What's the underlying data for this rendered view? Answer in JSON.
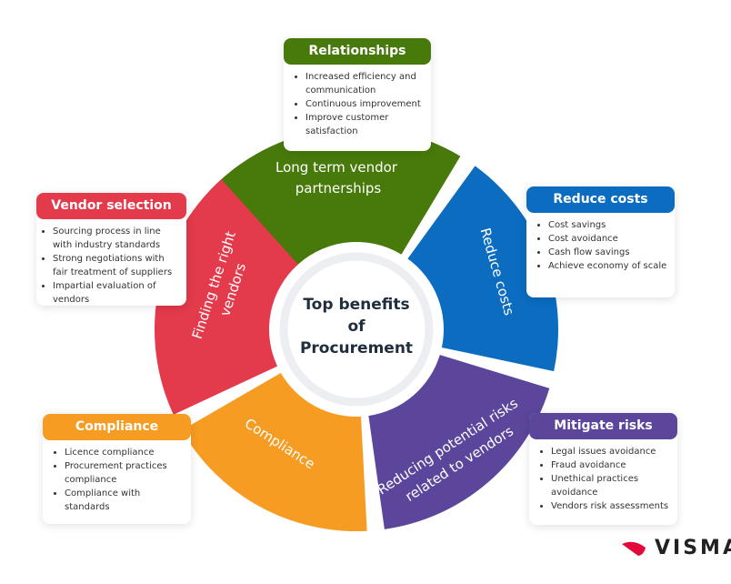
{
  "center": {
    "line1": "Top benefits",
    "line2": "of",
    "line3": "Procurement"
  },
  "segments": [
    {
      "key": "green",
      "lines": [
        "Long term vendor",
        "partnerships"
      ],
      "color": "#487a0b"
    },
    {
      "key": "blue",
      "lines": [
        "Reduce costs"
      ],
      "color": "#0b6cc0"
    },
    {
      "key": "purple",
      "lines": [
        "Reducing potential risks",
        "related to vendors"
      ],
      "color": "#5b469c"
    },
    {
      "key": "orange",
      "lines": [
        "Compliance"
      ],
      "color": "#f79c23"
    },
    {
      "key": "red",
      "lines": [
        "Finding the right",
        "vendors"
      ],
      "color": "#e33a4c"
    }
  ],
  "cards": {
    "relationships": {
      "title": "Relationships",
      "items": [
        "Increased efficiency and communication",
        "Continuous improvement",
        "Improve customer satisfaction"
      ]
    },
    "vendor_selection": {
      "title": "Vendor selection",
      "items": [
        "Sourcing process in line with industry standards",
        "Strong negotiations with fair treatment of suppliers",
        "Impartial evaluation of vendors"
      ]
    },
    "reduce_costs": {
      "title": "Reduce costs",
      "items": [
        "Cost savings",
        "Cost avoidance",
        "Cash flow savings",
        "Achieve economy of scale"
      ]
    },
    "compliance": {
      "title": "Compliance",
      "items": [
        "Licence compliance",
        "Procurement practices compliance",
        "Compliance with standards"
      ]
    },
    "mitigate_risks": {
      "title": "Mitigate risks",
      "items": [
        "Legal  issues avoidance",
        "Fraud avoidance",
        "Unethical practices avoidance",
        "Vendors risk assessments"
      ]
    }
  },
  "logo": {
    "text": "VISMA",
    "color": "#e30a3a"
  }
}
